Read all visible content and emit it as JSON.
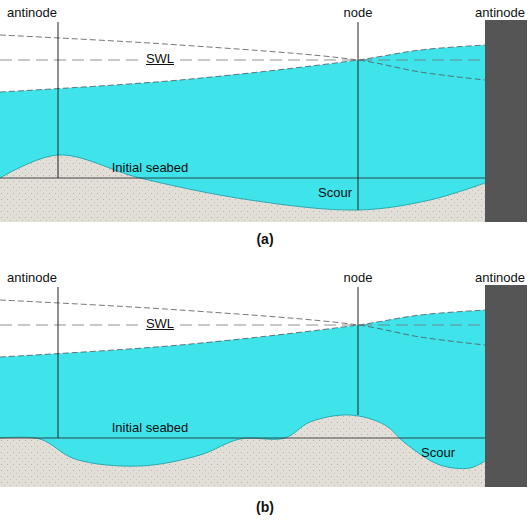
{
  "diagram": {
    "labels": [
      "antinode",
      "node",
      "antinode",
      "SWL",
      "Initial seabed",
      "Scour",
      "(a)",
      "antinode",
      "node",
      "antinode",
      "SWL",
      "Initial seabed",
      "Scour",
      "(b)"
    ]
  }
}
